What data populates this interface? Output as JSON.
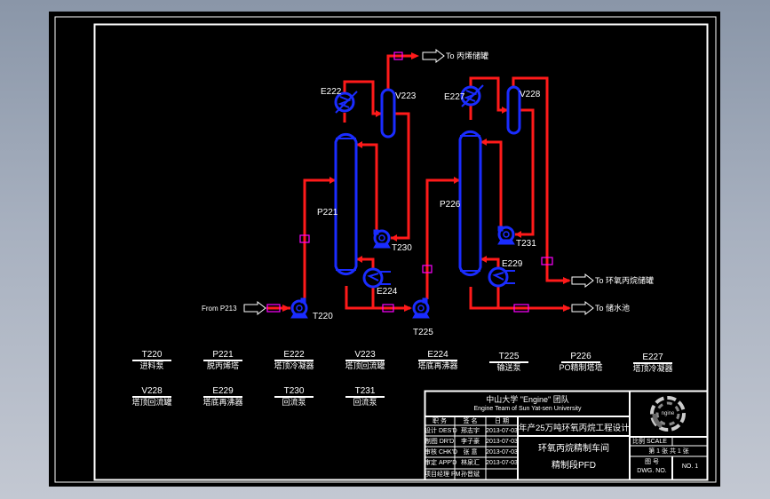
{
  "window": {
    "background": "#8a96a8",
    "canvas_color": "#000000"
  },
  "colors": {
    "pipe": "#ff0000",
    "equipment": "#0022ff",
    "tag_box": "#ff00ff",
    "text": "#ffffff"
  },
  "equipment_labels": {
    "E222": "E222",
    "V223": "V223",
    "E227": "E227",
    "V228": "V228",
    "P221": "P221",
    "P226": "P226",
    "T230": "T230",
    "T231": "T231",
    "E224": "E224",
    "E229": "E229",
    "T220": "T220",
    "T225": "T225"
  },
  "streams": {
    "inlet_label": "From P213",
    "outlet_top": "To 丙烯储罐",
    "outlet_epoxy": "To 环氧丙烷储罐",
    "outlet_water": "To 储水池"
  },
  "legend": [
    {
      "tag": "T220",
      "desc": "进料泵"
    },
    {
      "tag": "P221",
      "desc": "脱丙烯塔"
    },
    {
      "tag": "E222",
      "desc": "塔顶冷凝器"
    },
    {
      "tag": "V223",
      "desc": "塔顶回流罐"
    },
    {
      "tag": "E224",
      "desc": "塔底再沸器"
    },
    {
      "tag": "T225",
      "desc": "输送泵"
    },
    {
      "tag": "P226",
      "desc": "PO精制塔塔"
    },
    {
      "tag": "E227",
      "desc": "塔顶冷凝器"
    },
    {
      "tag": "V228",
      "desc": "塔顶回流罐"
    },
    {
      "tag": "E229",
      "desc": "塔底再沸器"
    },
    {
      "tag": "T230",
      "desc": "回流泵"
    },
    {
      "tag": "T231",
      "desc": "回流泵"
    }
  ],
  "title_block": {
    "org": "中山大学 \"Engine\" 团队",
    "org_en": "Engine Team of Sun Yat-sen University",
    "project": "年产25万吨环氧丙烷工程设计",
    "drawing_title_1": "环氧丙烷精制车间",
    "drawing_title_2": "精制段PFD",
    "header": [
      "职 务",
      "签 名",
      "日 期"
    ],
    "rows": [
      [
        "设计 DES'D",
        "邢志宇",
        "2013-07-03"
      ],
      [
        "制图 DR'D",
        "李子豪",
        "2013-07-03"
      ],
      [
        "审核 CHK'D",
        "张 意",
        "2013-07-03"
      ],
      [
        "审定 APP'D",
        "林泉汇",
        "2013-07-03"
      ],
      [
        "项目经理 PM",
        "孙晋斌",
        ""
      ]
    ],
    "scale": "比例 SCALE",
    "sheet": "第 1 张  共 1 张",
    "drawing_no_label": "图 号",
    "drawing_no_en": "DWG. NO.",
    "drawing_no": "NO. 1",
    "logo_text": "ngine"
  }
}
